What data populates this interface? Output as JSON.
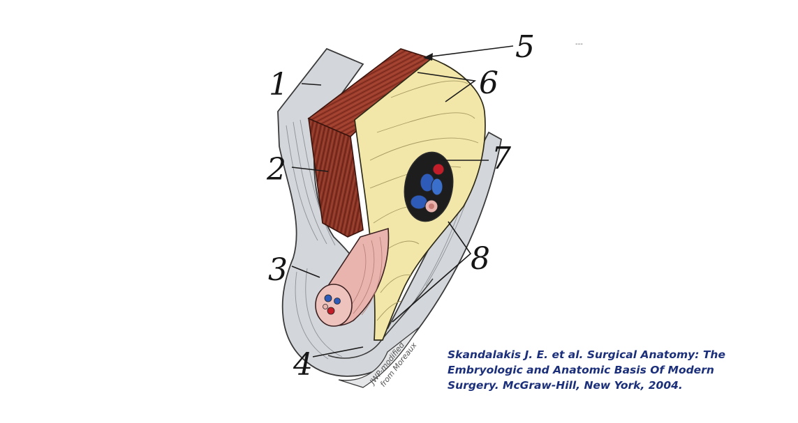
{
  "labels": [
    "1",
    "2",
    "3",
    "4",
    "5",
    "6",
    "7",
    "8"
  ],
  "credit": [
    "JWP-modified",
    "from Moreaux"
  ],
  "faint_mark": "---",
  "citation": [
    "Skandalakis J. E. et al. Surgical Anatomy: The",
    "Embryologic and Anatomic Basis Of Modern",
    "Surgery. McGraw-Hill, New York, 2004."
  ],
  "colors": {
    "fascia_gray": "#d3d6da",
    "muscle_red": "#9a3b2b",
    "aponeurosis_yellow": "#f2e7a9",
    "cord_pink": "#e9b4ad",
    "vessel_red": "#c21e2a",
    "vessel_blue": "#2e5ab8",
    "citation_text": "#1b2f7a"
  }
}
